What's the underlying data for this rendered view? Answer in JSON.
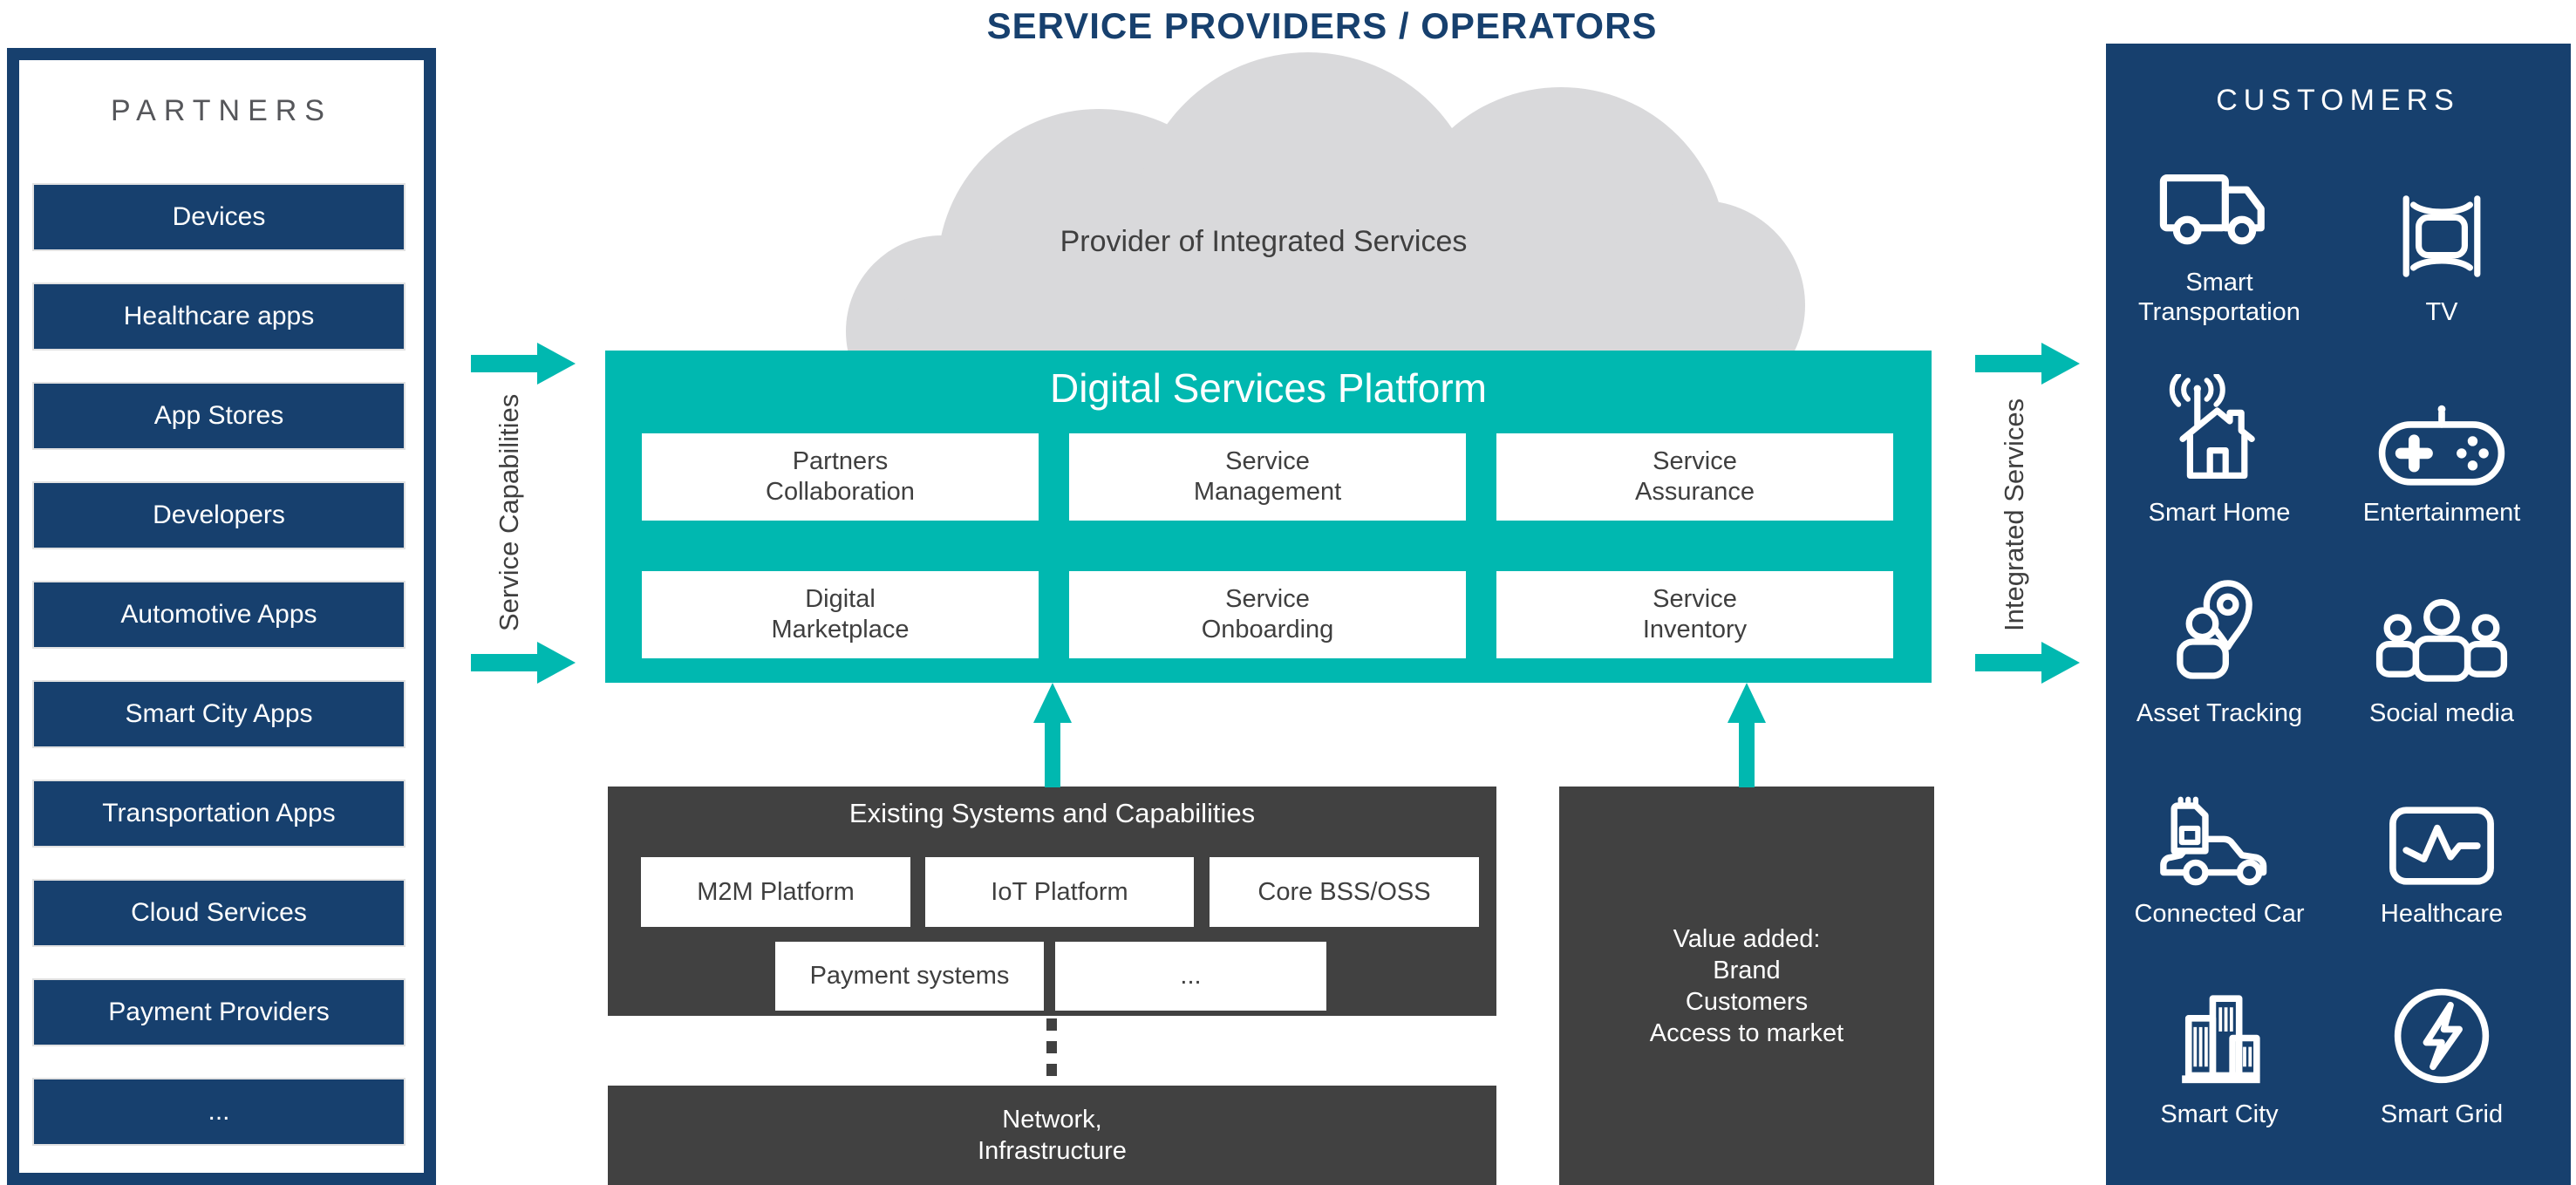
{
  "title": "SERVICE PROVIDERS / OPERATORS",
  "colors": {
    "navy": "#17406e",
    "teal": "#00b8b0",
    "dark_box": "#414141",
    "cloud_gray": "#d9d9db",
    "text_dark": "#3f3f3f"
  },
  "cloud": {
    "label": "Provider of Integrated Services"
  },
  "partners_panel": {
    "title": "PARTNERS",
    "items": [
      "Devices",
      "Healthcare apps",
      "App Stores",
      "Developers",
      "Automotive Apps",
      "Smart City Apps",
      "Transportation Apps",
      "Cloud Services",
      "Payment Providers",
      "..."
    ]
  },
  "platform": {
    "title": "Digital Services Platform",
    "modules": [
      "Partners\nCollaboration",
      "Service\nManagement",
      "Service\nAssurance",
      "Digital\nMarketplace",
      "Service\nOnboarding",
      "Service\nInventory"
    ]
  },
  "flows": {
    "left_label": "Service Capabilities",
    "right_label": "Integrated Services"
  },
  "existing_systems": {
    "title": "Existing Systems and Capabilities",
    "items": [
      "M2M Platform",
      "IoT Platform",
      "Core BSS/OSS",
      "Payment systems",
      "..."
    ]
  },
  "value_added": {
    "text": "Value added:\nBrand\nCustomers\nAccess to market"
  },
  "network": {
    "text": "Network,\nInfrastructure"
  },
  "customers_panel": {
    "title": "CUSTOMERS",
    "items": [
      {
        "icon": "truck-icon",
        "label": "Smart Transportation"
      },
      {
        "icon": "tv-icon",
        "label": "TV"
      },
      {
        "icon": "smart-home-icon",
        "label": "Smart Home"
      },
      {
        "icon": "gamepad-icon",
        "label": "Entertainment"
      },
      {
        "icon": "asset-tracking-icon",
        "label": "Asset Tracking"
      },
      {
        "icon": "social-media-icon",
        "label": "Social media"
      },
      {
        "icon": "connected-car-icon",
        "label": "Connected Car"
      },
      {
        "icon": "healthcare-icon",
        "label": "Healthcare"
      },
      {
        "icon": "smart-city-icon",
        "label": "Smart City"
      },
      {
        "icon": "smart-grid-icon",
        "label": "Smart Grid"
      }
    ]
  }
}
